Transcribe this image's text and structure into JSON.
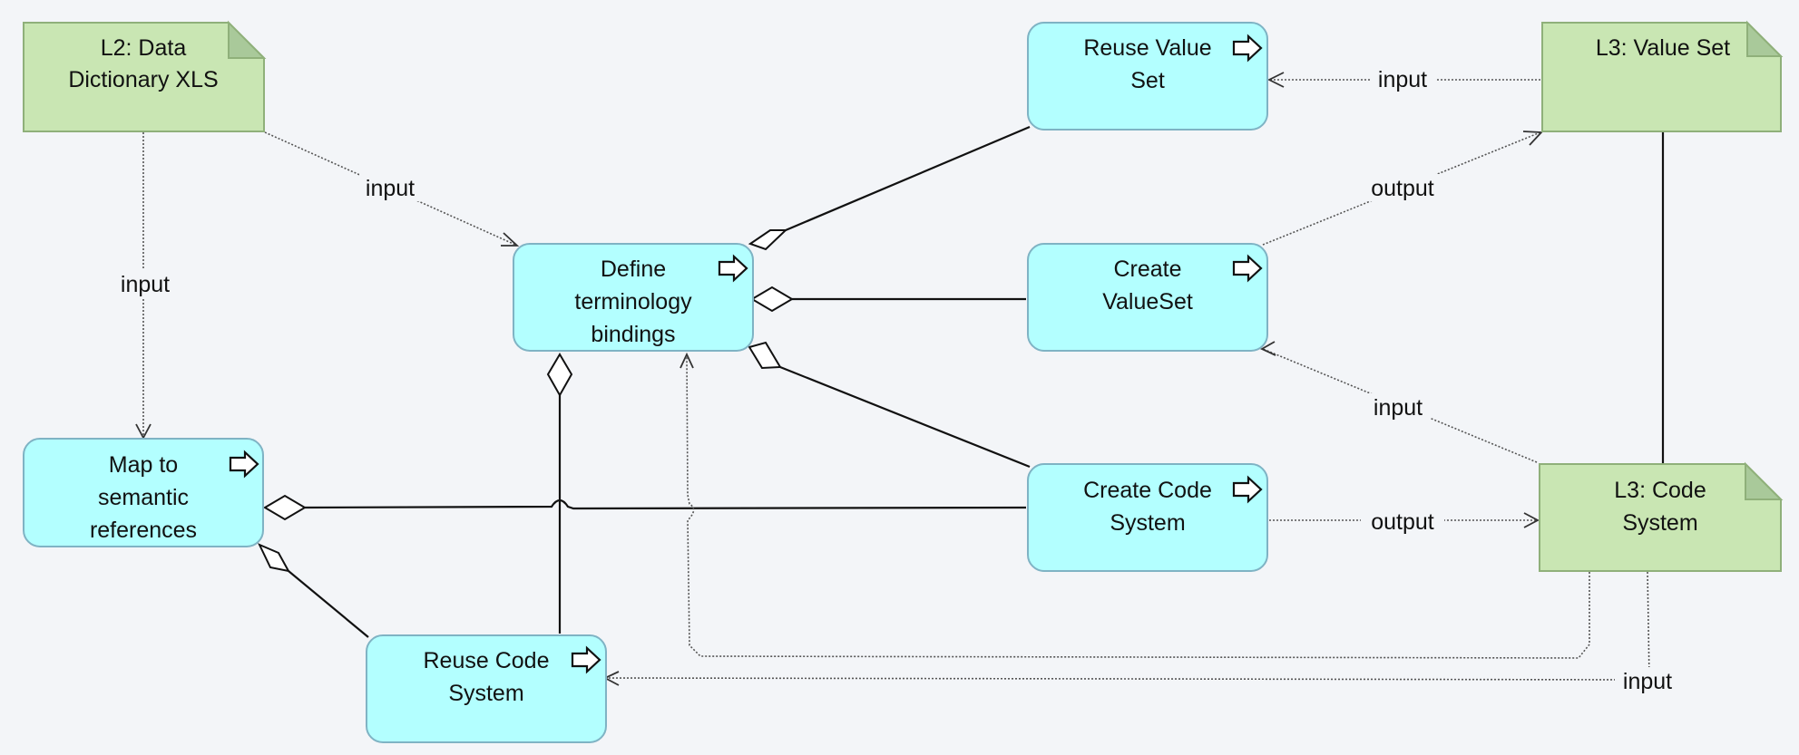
{
  "nodes": {
    "l2_data_dictionary": {
      "line1": "L2: Data",
      "line2": "Dictionary XLS"
    },
    "define_bindings": {
      "line1": "Define",
      "line2": "terminology",
      "line3": "bindings"
    },
    "map_semantic": {
      "line1": "Map to",
      "line2": "semantic",
      "line3": "references"
    },
    "reuse_code_system": {
      "line1": "Reuse Code",
      "line2": "System"
    },
    "reuse_value_set": {
      "line1": "Reuse Value",
      "line2": "Set"
    },
    "create_valueset": {
      "line1": "Create",
      "line2": "ValueSet"
    },
    "create_code_system": {
      "line1": "Create Code",
      "line2": "System"
    },
    "l3_value_set": {
      "line1": "L3: Value Set"
    },
    "l3_code_system": {
      "line1": "L3: Code",
      "line2": "System"
    }
  },
  "edges": {
    "l2_to_define": "input",
    "l2_to_map": "input",
    "valueset_to_reuse": "input",
    "createvs_to_valueset": "output",
    "codesys_to_createvs": "input",
    "createcs_to_codesys": "output",
    "codesys_to_reusecs": "input"
  },
  "colors": {
    "process_fill": "#b3ffff",
    "artifact_fill": "#c9e6b3",
    "background": "#f3f5f8"
  }
}
